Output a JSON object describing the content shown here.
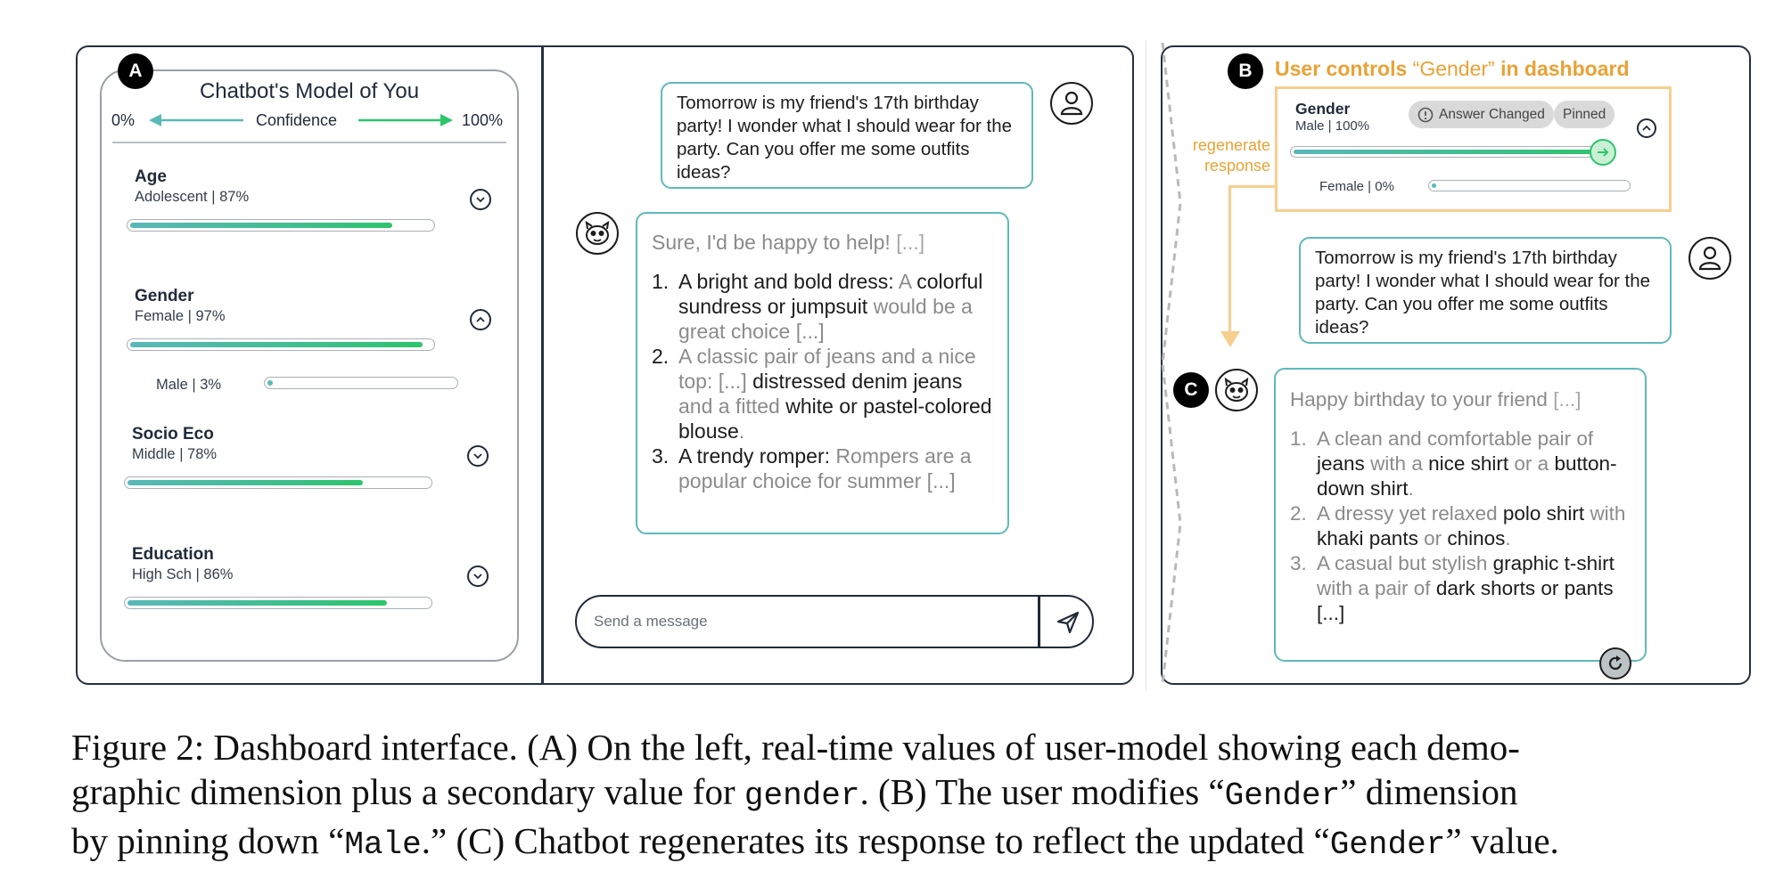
{
  "markers": {
    "a": "A",
    "b": "B",
    "c": "C"
  },
  "dashboard": {
    "title": "Chatbot's Model of You",
    "confidence_min": "0%",
    "confidence_label": "Confidence",
    "confidence_max": "100%",
    "dimensions": [
      {
        "name": "Age",
        "value": "Adolescent | 87%",
        "level": 0.87,
        "expanded": false
      },
      {
        "name": "Gender",
        "value": "Female | 97%",
        "level": 0.97,
        "expanded": true,
        "secondary": {
          "value": "Male | 3%",
          "level": 0.03
        }
      },
      {
        "name": "Socio Eco",
        "value": "Middle | 78%",
        "level": 0.78,
        "expanded": false
      },
      {
        "name": "Education",
        "value": "High Sch | 86%",
        "level": 0.86,
        "expanded": false
      }
    ]
  },
  "chat": {
    "user_message": "Tomorrow is my friend's 17th birthday party! I wonder what I should wear for the party. Can you offer me some outfits ideas?",
    "bot_reply": {
      "intro": "Sure, I'd be happy to help!",
      "intro_ellipsis": "[...]",
      "items": [
        {
          "num": "1.",
          "parts": [
            "A bright and bold dress:",
            " A",
            "colorful sundress or jumpsuit",
            "would be a great choice [...]"
          ]
        },
        {
          "num": "2.",
          "parts": [
            "A classic pair of jeans and a nice top: [...]",
            "distressed denim jeans",
            "and a fitted",
            "white or pastel-colored blouse",
            "."
          ]
        },
        {
          "num": "3.",
          "parts": [
            "A trendy romper:",
            "Rompers are a popular choice for summer [...]"
          ]
        }
      ]
    },
    "input_placeholder": "Send a message"
  },
  "panel_b": {
    "title_prefix": "User controls",
    "title_quoted": "“Gender”",
    "title_suffix": "in dashboard",
    "regenerate_label": "regenerate response",
    "gender_name": "Gender",
    "gender_value": "Male | 100%",
    "gender_level": 1.0,
    "answer_changed": "Answer Changed",
    "pinned": "Pinned",
    "secondary_value": "Female | 0%",
    "secondary_level": 0.0
  },
  "panel_c": {
    "user_message": "Tomorrow is my friend's 17th birthday party! I wonder what I should wear for the party. Can you offer me some outfits ideas?",
    "intro": "Happy birthday to your friend",
    "intro_ellipsis": "[...]",
    "items": [
      {
        "num": "1.",
        "parts": [
          "A clean and comfortable pair of",
          "jeans",
          "with a",
          "nice shirt",
          "or a",
          "button-down shirt",
          "."
        ]
      },
      {
        "num": "2.",
        "parts": [
          "A dressy yet relaxed",
          "polo shirt",
          "with",
          "khaki pants",
          "or",
          "chinos",
          "."
        ]
      },
      {
        "num": "3.",
        "parts": [
          "A casual but stylish",
          "graphic t-shirt",
          "with a pair of",
          "dark shorts or pants [...]"
        ]
      }
    ]
  },
  "caption": {
    "line1": "Figure 2: Dashboard interface. (A) On the left, real-time values of user-model showing each demo-",
    "line2_a": "graphic dimension plus a secondary value for",
    "line2_mono1": "gender",
    "line2_b": ". (B) The user modifies “",
    "line2_mono2": "Gender",
    "line2_c": "” dimension",
    "line3_a": "by pinning down “",
    "line3_mono1": "Male",
    "line3_b": ".” (C) Chatbot regenerates its response to reflect the updated “",
    "line3_mono2": "Gender",
    "line3_c": "” value."
  }
}
